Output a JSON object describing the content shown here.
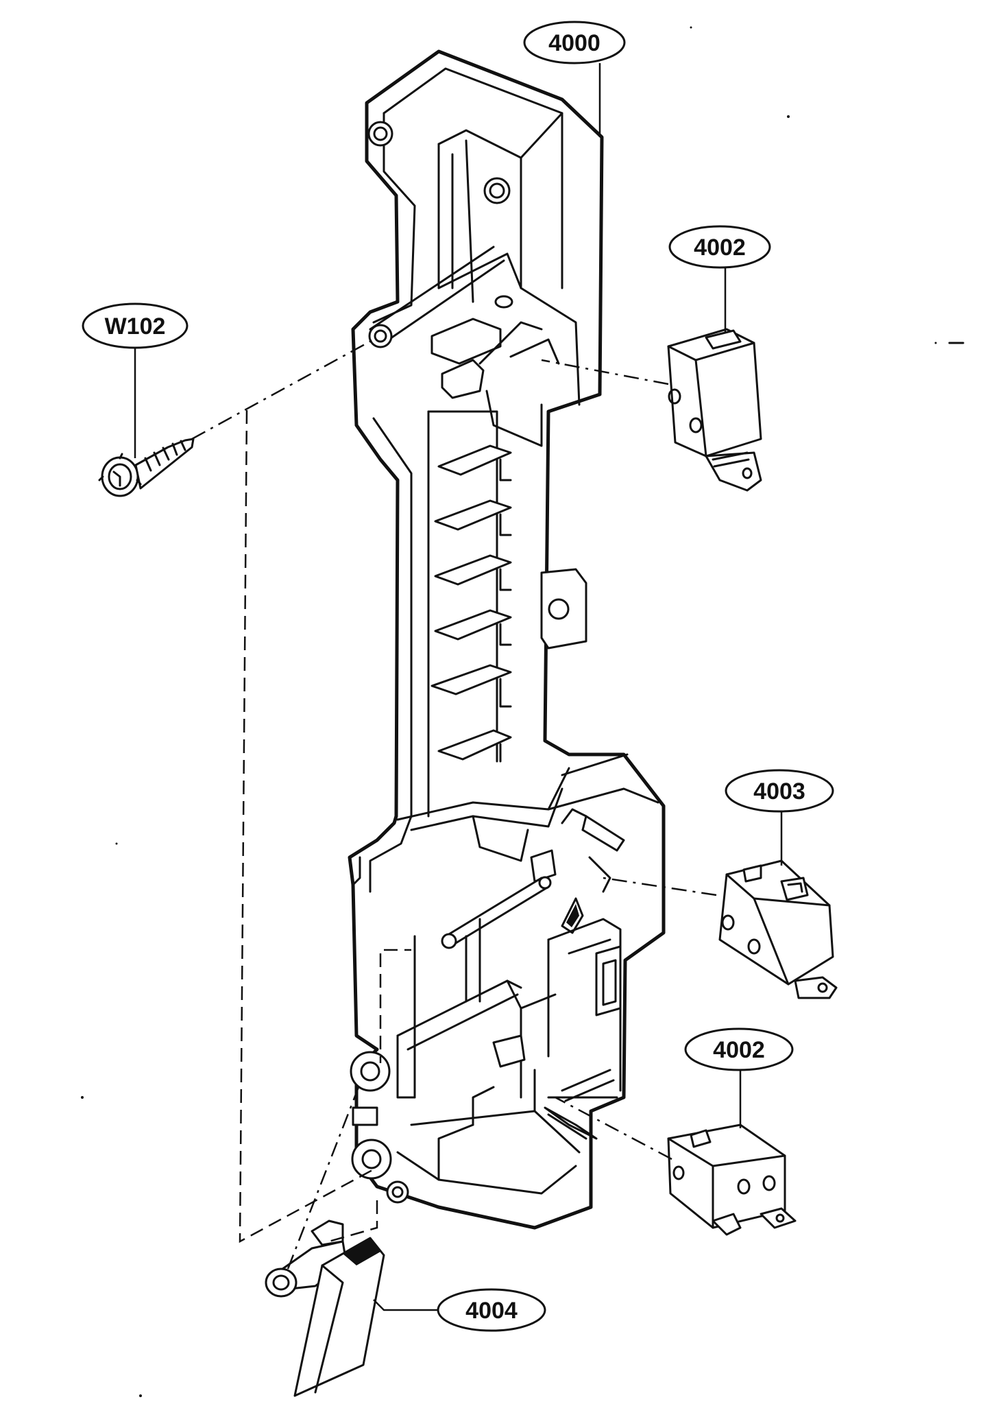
{
  "diagram": {
    "callouts": [
      {
        "id": "frame",
        "label": "4000"
      },
      {
        "id": "switch-upper",
        "label": "4002"
      },
      {
        "id": "screw",
        "label": "W102"
      },
      {
        "id": "switch-middle",
        "label": "4003"
      },
      {
        "id": "switch-lower",
        "label": "4002"
      },
      {
        "id": "lever",
        "label": "4004"
      }
    ]
  },
  "colors": {
    "ink": "#111111",
    "background": "#ffffff"
  }
}
